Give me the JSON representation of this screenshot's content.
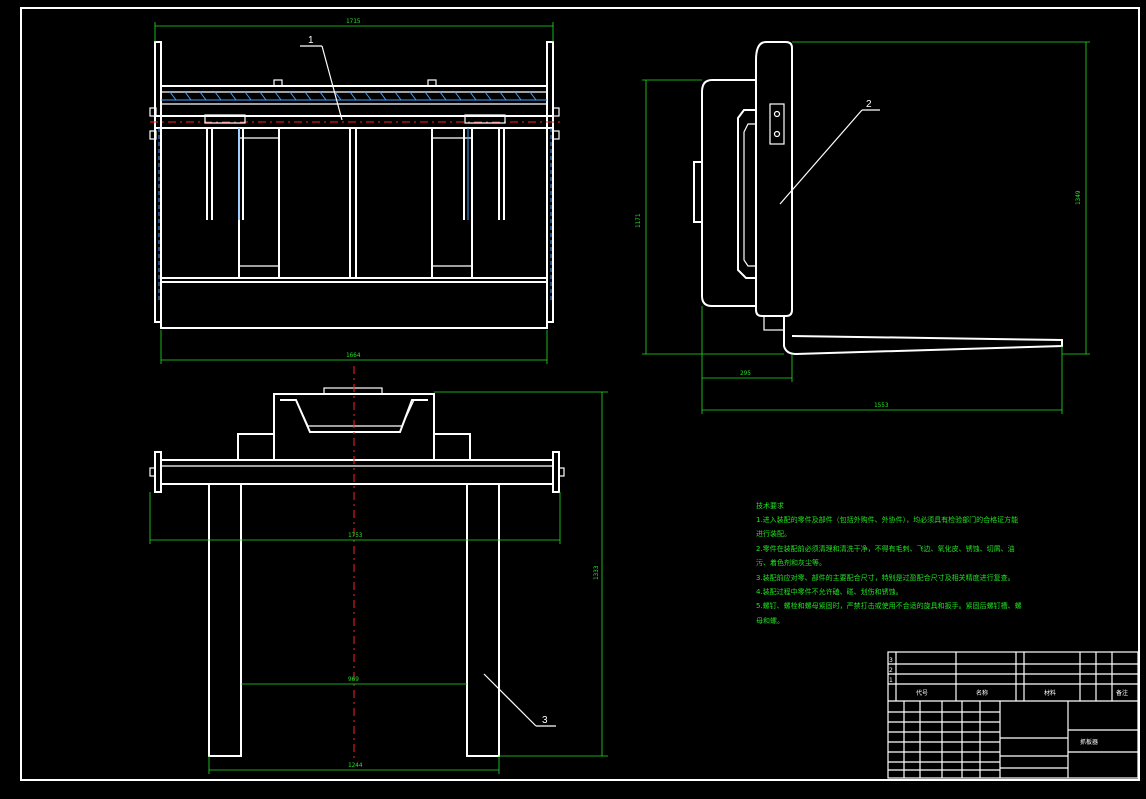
{
  "dimensions": {
    "front_top_width": "1715",
    "front_bottom_width": "1664",
    "side_height_left": "1171",
    "side_height_right": "1349",
    "side_short": "295",
    "side_length": "1553",
    "top_span": "1753",
    "top_height": "1333",
    "top_inner": "969",
    "top_bottom": "1244"
  },
  "labels": {
    "part1": "1",
    "part2": "2",
    "part3": "3"
  },
  "notes": {
    "title": "技术要求",
    "lines": [
      "1.进入装配的零件及部件（包括外购件、外协件），均必须具有检验部门的合格证方能",
      "进行装配。",
      "2.零件在装配前必须清理和清洗干净，不得有毛刺、飞边、氧化皮、锈蚀、切屑、油",
      "污、着色剂和灰尘等。",
      "3.装配前应对零、部件的主要配合尺寸，特别是过盈配合尺寸及相关精度进行复查。",
      "4.装配过程中零件不允许磕、碰、划伤和锈蚀。",
      "5.螺钉、螺栓和螺母紧固时，严禁打击或使用不合适的旋具和扳手。紧固后螺钉槽、螺",
      "母和螺。"
    ]
  },
  "title_block": {
    "code_header": "代号",
    "name_header": "名称",
    "material_header": "材料",
    "remark_header": "备注",
    "drawing_name": "抓板器",
    "row_labels": [
      "3",
      "2",
      "1"
    ]
  }
}
